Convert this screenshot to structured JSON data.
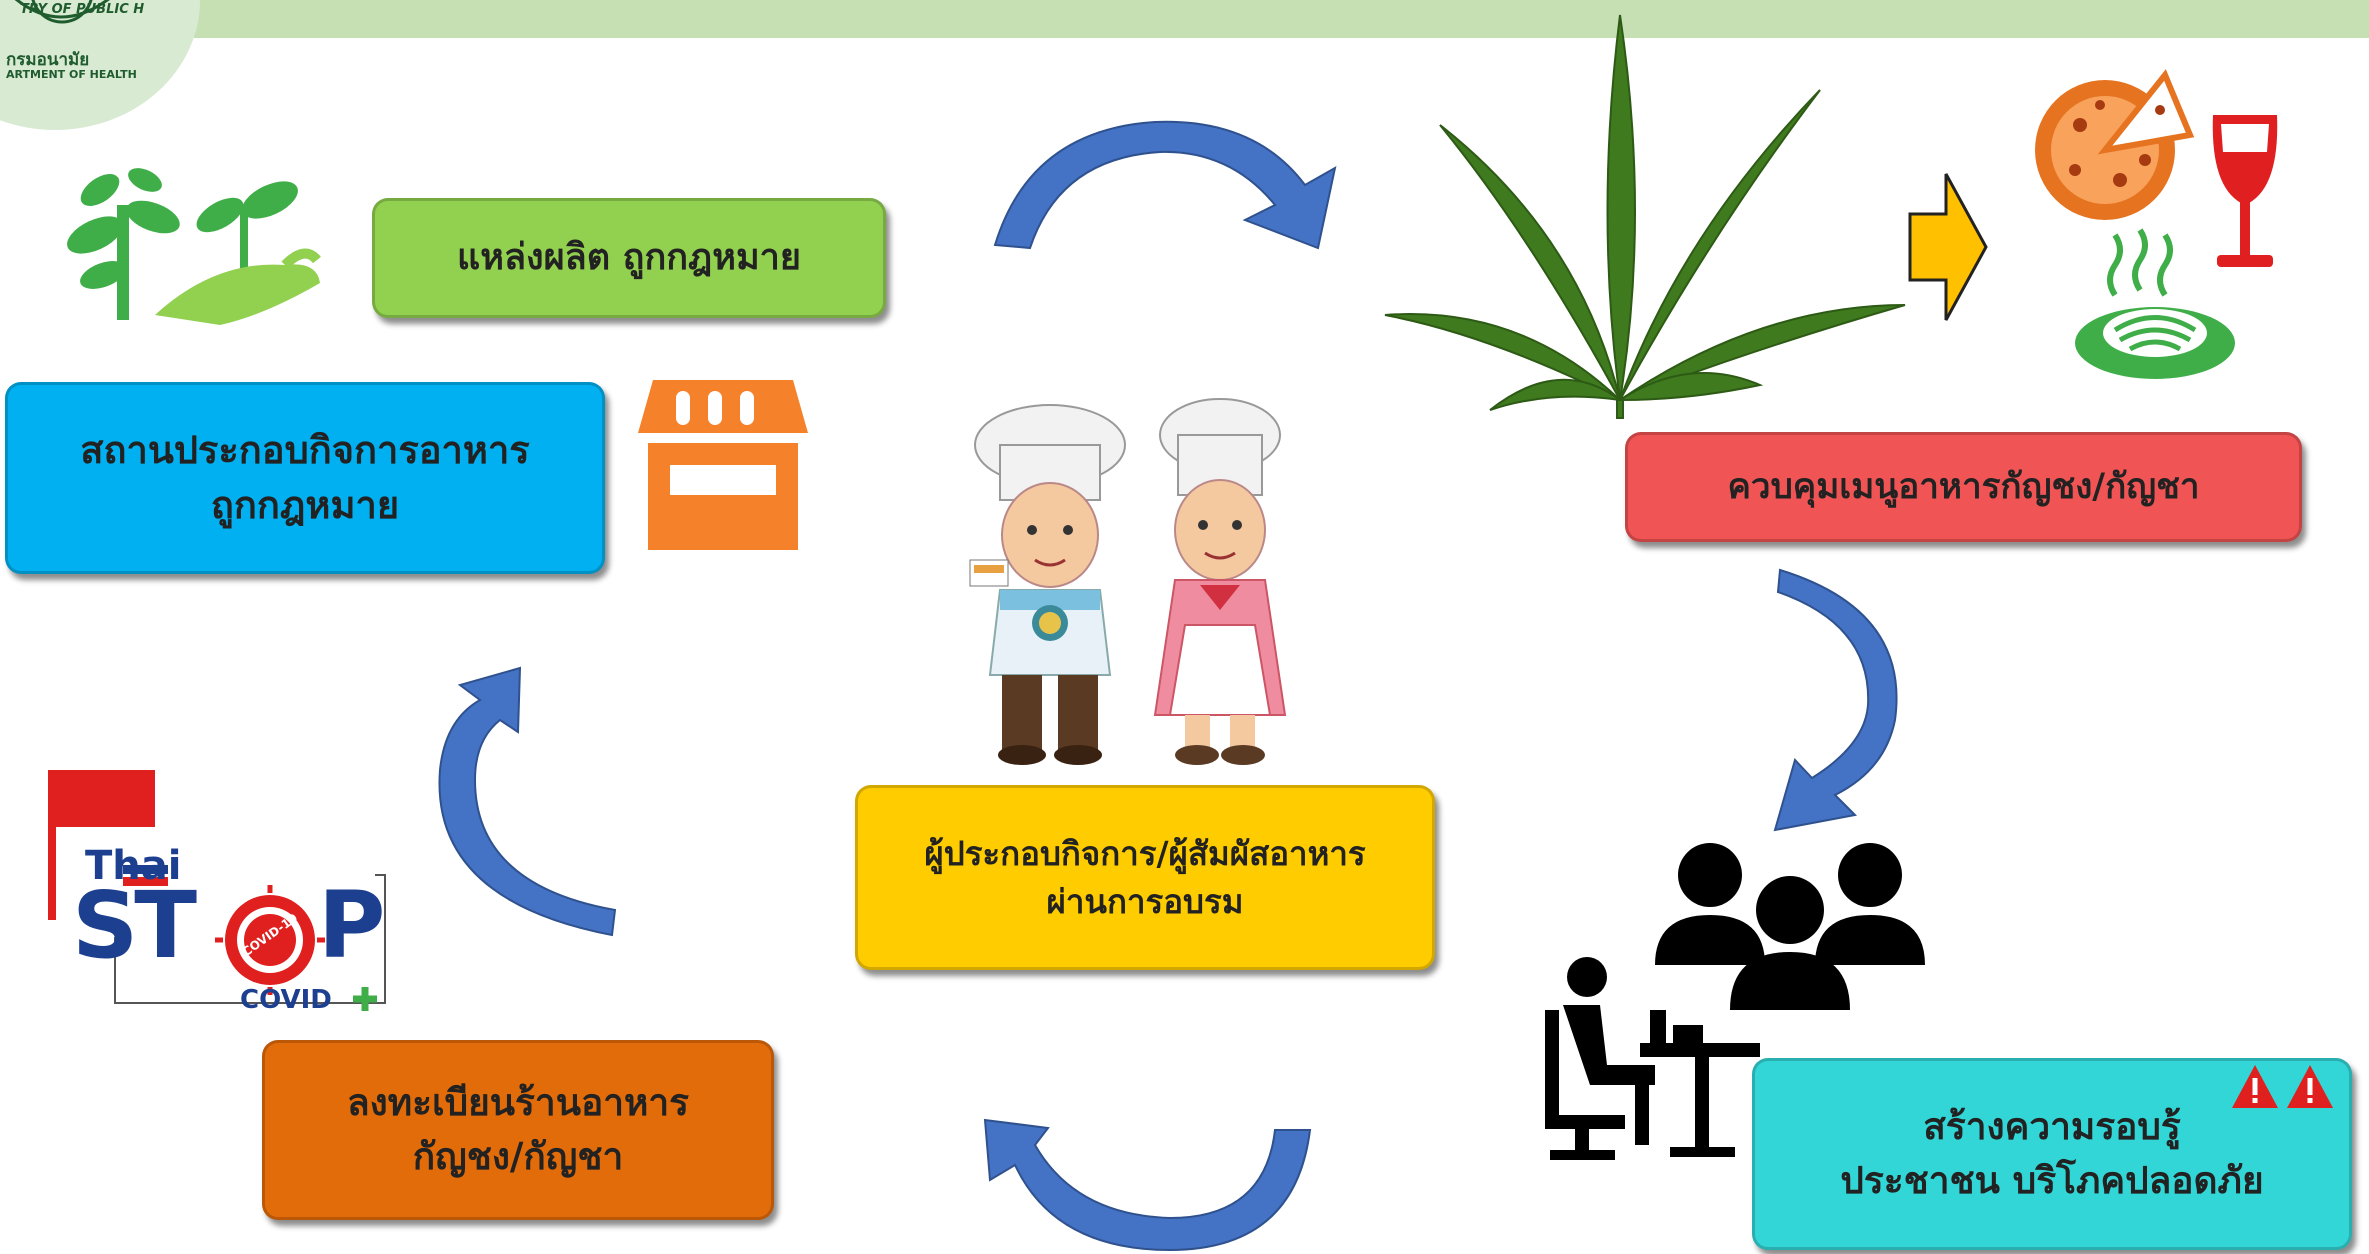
{
  "header": {
    "logo_top_text": "TRY OF PUBLIC H",
    "logo_line1": "กรมอนามัย",
    "logo_line2": "ARTMENT OF HEALTH"
  },
  "boxes": {
    "source": {
      "text": "แหล่งผลิต ถูกกฎหมาย",
      "color": "#92d050"
    },
    "establishment": {
      "line1": "สถานประกอบกิจการอาหาร",
      "line2": "ถูกกฎหมาย",
      "color": "#00b0f0"
    },
    "control_menu": {
      "text": "ควบคุมเมนูอาหารกัญชง/กัญชา",
      "color": "#f05454"
    },
    "trained": {
      "line1": "ผู้ประกอบกิจการ/ผู้สัมผัสอาหาร",
      "line2": "ผ่านการอบรม",
      "color": "#ffcc00"
    },
    "register": {
      "line1": "ลงทะเบียนร้านอาหาร",
      "line2": "กัญชง/กัญชา",
      "color": "#e36c0a"
    },
    "awareness": {
      "line1": "สร้างความรอบรู้",
      "line2": "ประชาชน บริโภคปลอดภัย",
      "color": "#33d6d6"
    }
  },
  "stop_covid_logo": {
    "brand": "Thai",
    "word_left": "ST",
    "word_right": "P",
    "badge": "COVID-19",
    "covid": "COVID"
  },
  "colors": {
    "arrow_blue": "#4472c4",
    "yellow_arrow": "#ffc000",
    "icon_green": "#3fae49",
    "icon_orange": "#f5822a"
  },
  "icons": [
    "plant-hand-icon",
    "shop-stall-icon",
    "cannabis-leaf-icon",
    "pizza-icon",
    "wine-glass-icon",
    "noodle-dish-icon",
    "chefs-illustration",
    "people-group-icon",
    "diner-icon",
    "warning-icon"
  ]
}
